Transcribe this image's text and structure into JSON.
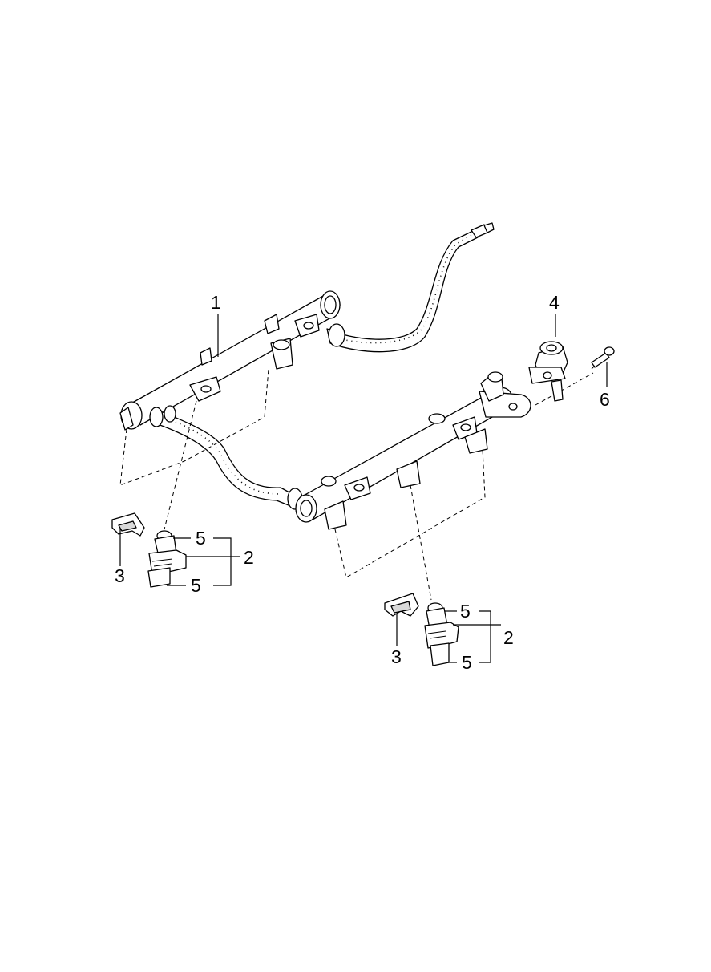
{
  "callouts": {
    "c1": "1",
    "c2a": "2",
    "c2b": "2",
    "c3a": "3",
    "c3b": "3",
    "c4": "4",
    "c5a": "5",
    "c5b": "5",
    "c5c": "5",
    "c5d": "5",
    "c6": "6"
  }
}
